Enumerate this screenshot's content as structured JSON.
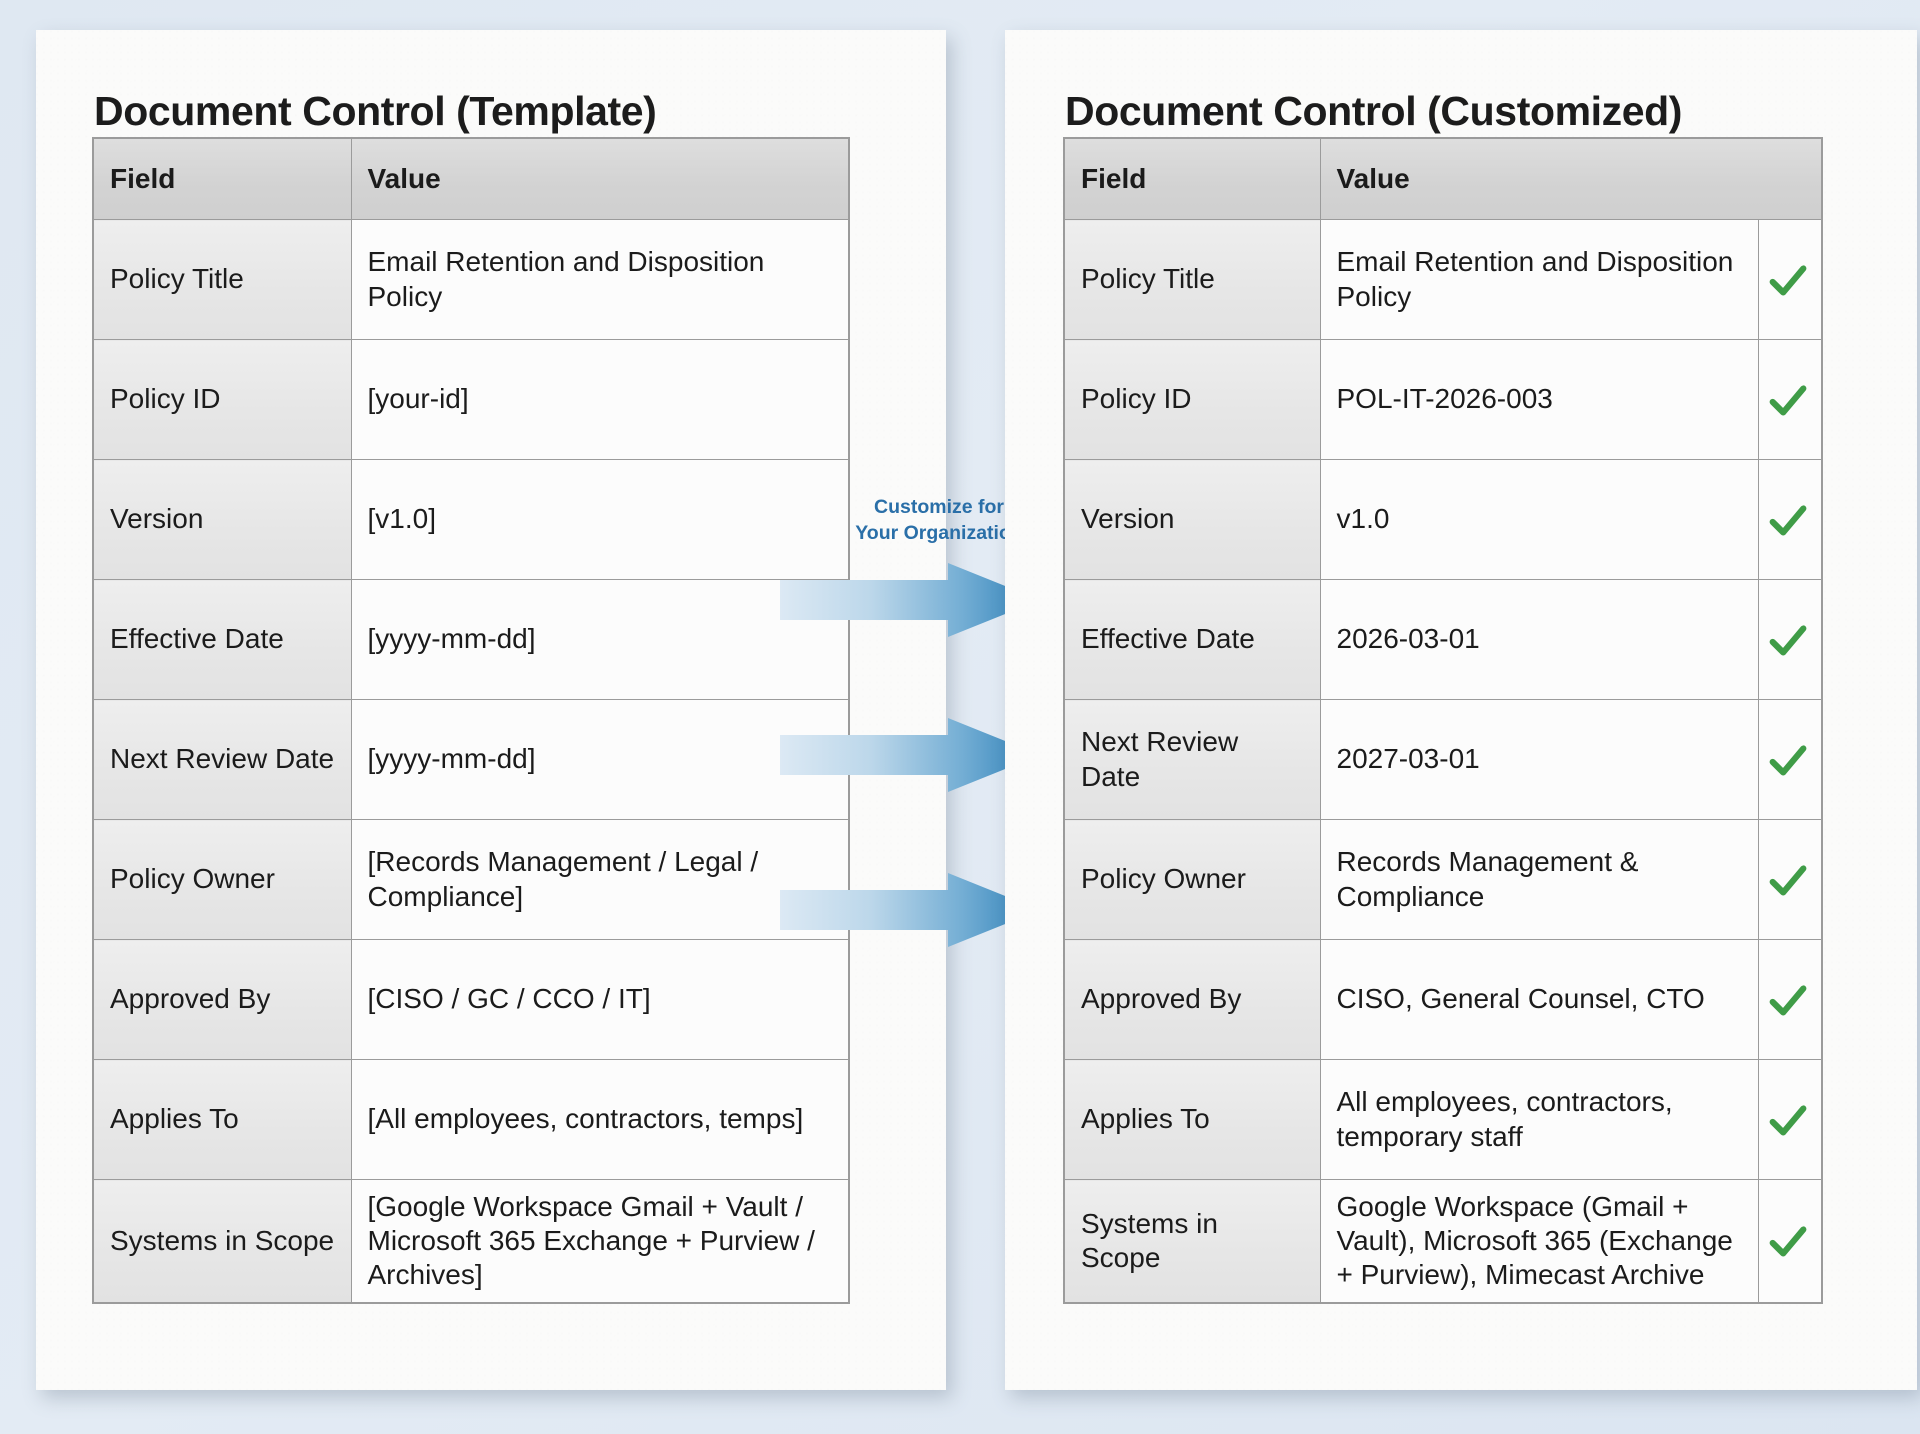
{
  "background_color": "#dde6f0",
  "accent_color": "#2a6fa8",
  "placeholder_color": "#b4651a",
  "check_color": "#3f9c47",
  "panels": {
    "template": {
      "title": "Document Control (Template)",
      "columns": [
        "Field",
        "Value"
      ],
      "rows": [
        {
          "field": "Policy Title",
          "value": "Email Retention and Disposition Policy",
          "placeholder": false
        },
        {
          "field": "Policy ID",
          "value": "[your-id]",
          "placeholder": true
        },
        {
          "field": "Version",
          "value": "[v1.0]",
          "placeholder": true
        },
        {
          "field": "Effective Date",
          "value": "[yyyy-mm-dd]",
          "placeholder": true
        },
        {
          "field": "Next Review Date",
          "value": "[yyyy-mm-dd]",
          "placeholder": true
        },
        {
          "field": "Policy Owner",
          "value": "[Records Management / Legal / Compliance]",
          "placeholder": true
        },
        {
          "field": "Approved By",
          "value": "[CISO / GC / CCO / IT]",
          "placeholder": true
        },
        {
          "field": "Applies To",
          "value": "[All employees, contractors, temps]",
          "placeholder": true
        },
        {
          "field": "Systems in Scope",
          "value": "[Google Workspace Gmail + Vault / Microsoft 365 Exchange + Purview / Archives]",
          "placeholder": true
        }
      ]
    },
    "customized": {
      "title": "Document Control (Customized)",
      "columns": [
        "Field",
        "Value"
      ],
      "rows": [
        {
          "field": "Policy Title",
          "value": "Email Retention and Disposition Policy",
          "checked": true
        },
        {
          "field": "Policy ID",
          "value": "POL-IT-2026-003",
          "checked": true
        },
        {
          "field": "Version",
          "value": "v1.0",
          "checked": true
        },
        {
          "field": "Effective Date",
          "value": "2026-03-01",
          "checked": true
        },
        {
          "field": "Next Review Date",
          "value": "2027-03-01",
          "checked": true
        },
        {
          "field": "Policy Owner",
          "value": "Records Management & Compliance",
          "checked": true
        },
        {
          "field": "Approved By",
          "value": "CISO, General Counsel, CTO",
          "checked": true
        },
        {
          "field": "Applies To",
          "value": "All employees, contractors, temporary staff",
          "checked": true
        },
        {
          "field": "Systems in Scope",
          "value": "Google Workspace (Gmail + Vault), Microsoft 365 (Exchange + Purview), Mimecast Archive",
          "checked": true
        }
      ]
    }
  },
  "flow": {
    "caption_line1": "Customize for",
    "caption_line2": "Your Organization",
    "arrow_count": 3,
    "arrow_icon": "right-arrow-icon",
    "check_icon": "check-icon"
  }
}
